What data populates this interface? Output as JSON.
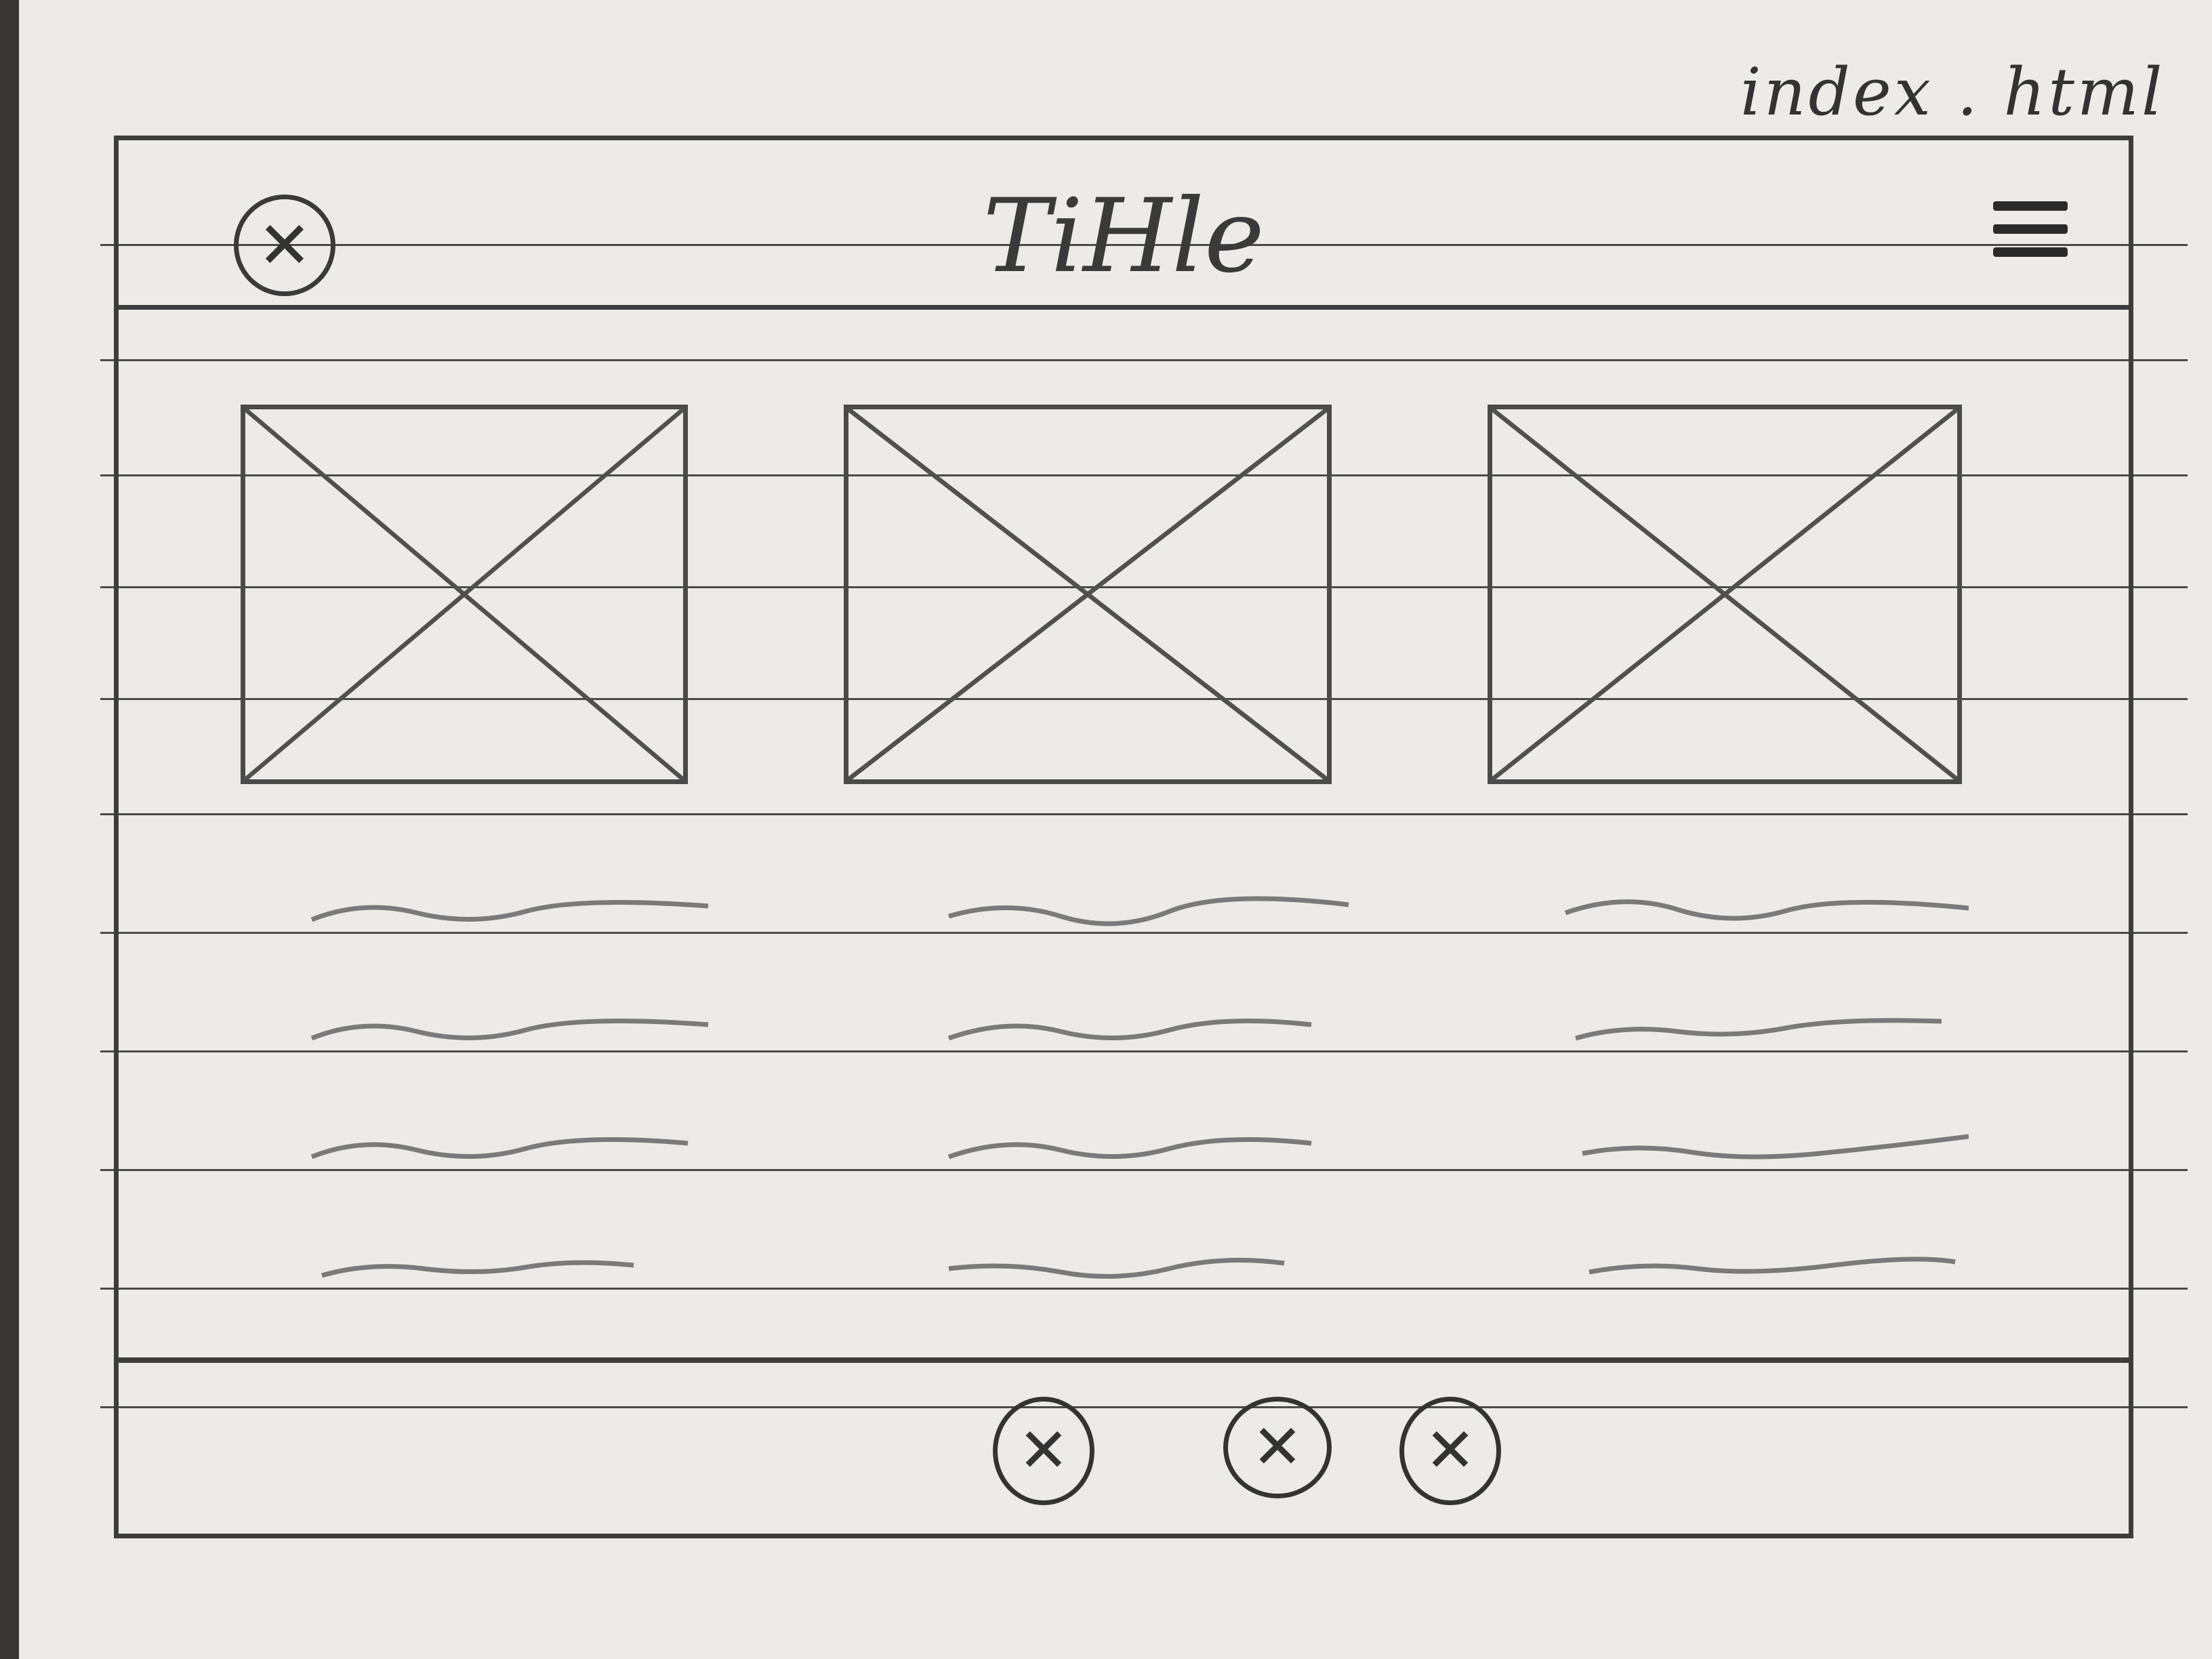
{
  "sketch": {
    "filename": "index . html"
  },
  "header": {
    "title": "TiHle",
    "close_icon": "close-icon",
    "menu_icon": "hamburger-menu-icon"
  },
  "cards": [
    {
      "image_icon": "image-placeholder-icon",
      "text_lines": 4
    },
    {
      "image_icon": "image-placeholder-icon",
      "text_lines": 4
    },
    {
      "image_icon": "image-placeholder-icon",
      "text_lines": 4
    }
  ],
  "footer": {
    "buttons": [
      {
        "icon": "close-icon"
      },
      {
        "icon": "close-icon"
      },
      {
        "icon": "close-icon"
      }
    ]
  }
}
